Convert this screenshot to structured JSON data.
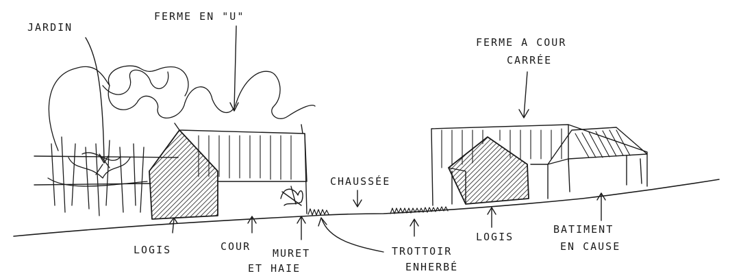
{
  "labels": {
    "jardin": "JARDIN",
    "ferme_u": "FERME EN \"U\"",
    "ferme_cour_carree_1": "FERME A COUR",
    "ferme_cour_carree_2": "CARRÉE",
    "chaussee": "CHAUSSÉE",
    "logis_left": "LOGIS",
    "cour": "COUR",
    "muret_1": "MURET",
    "muret_2": "ET HAIE",
    "trottoir_1": "TROTTOIR",
    "trottoir_2": "ENHERBÉ",
    "logis_right": "LOGIS",
    "batiment_1": "BATIMENT",
    "batiment_2": "EN CAUSE"
  },
  "colors": {
    "ink": "#1a1a1a",
    "paper": "#ffffff"
  }
}
